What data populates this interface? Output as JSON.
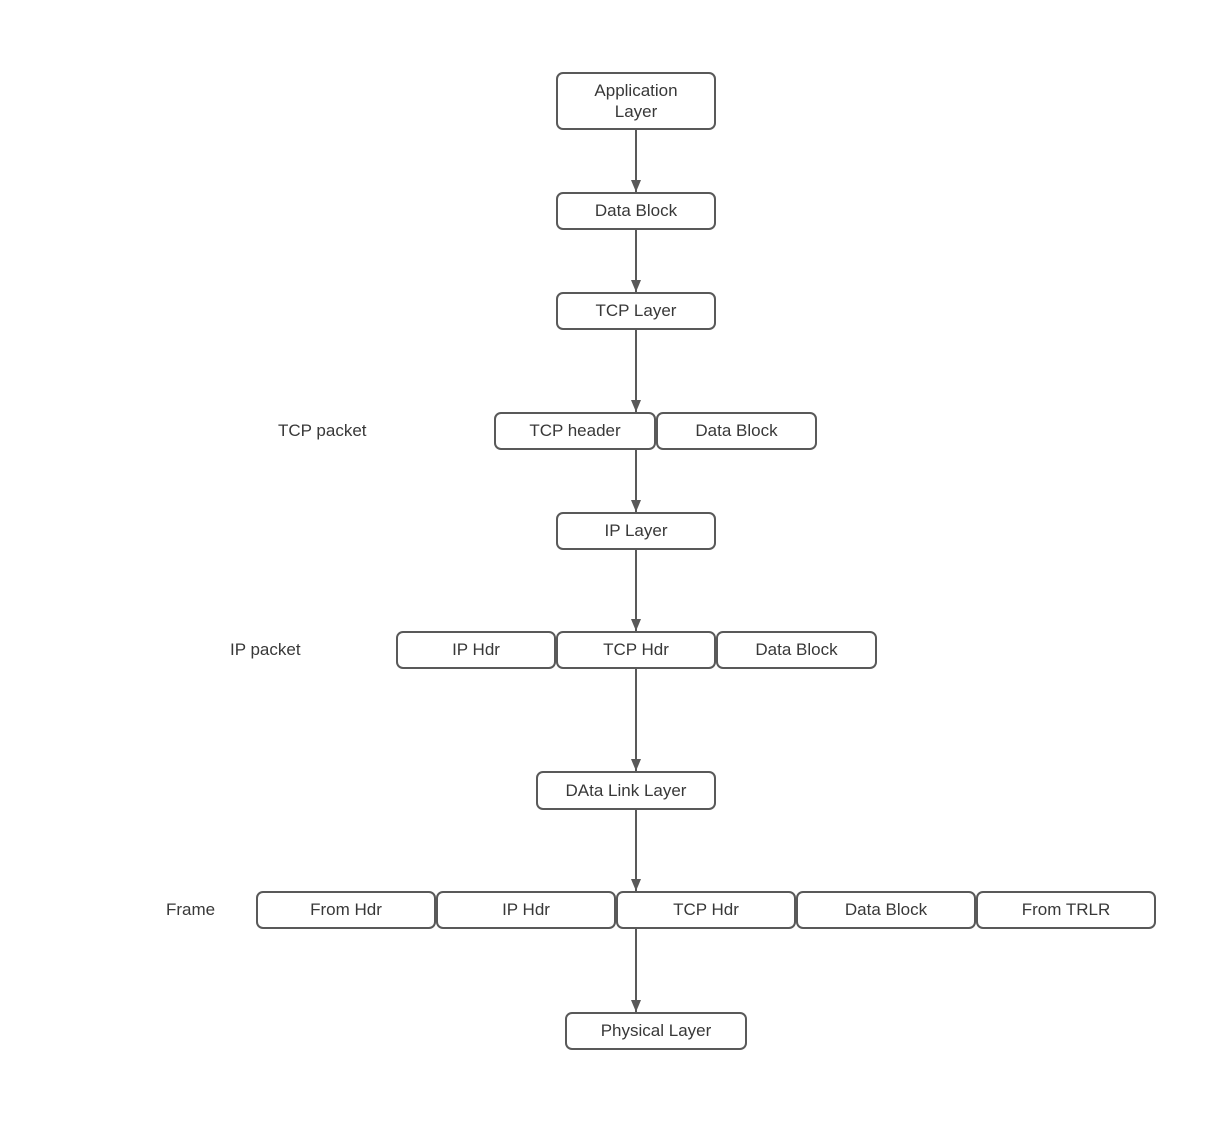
{
  "colors": {
    "stroke": "#595959",
    "text": "#383838",
    "background": "#ffffff"
  },
  "nodes": {
    "application_layer": "Application Layer",
    "data_block_top": "Data Block",
    "tcp_layer": "TCP Layer",
    "ip_layer": "IP Layer",
    "data_link_layer": "DAta Link Layer",
    "physical_layer": "Physical Layer"
  },
  "rows": {
    "tcp_packet": {
      "label": "TCP packet",
      "cells": {
        "tcp_header": "TCP header",
        "data_block": "Data Block"
      }
    },
    "ip_packet": {
      "label": "IP packet",
      "cells": {
        "ip_hdr": "IP Hdr",
        "tcp_hdr": "TCP Hdr",
        "data_block": "Data Block"
      }
    },
    "frame": {
      "label": "Frame",
      "cells": {
        "from_hdr": "From Hdr",
        "ip_hdr": "IP Hdr",
        "tcp_hdr": "TCP Hdr",
        "data_block": "Data Block",
        "from_trlr": "From TRLR"
      }
    }
  }
}
